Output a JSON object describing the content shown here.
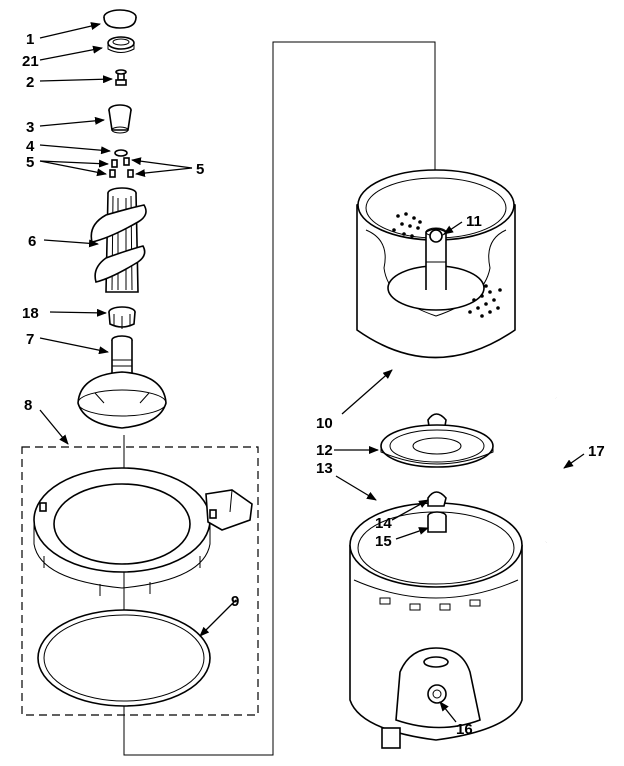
{
  "labels": {
    "p1": "1",
    "p21": "21",
    "p2": "2",
    "p3": "3",
    "p4": "4",
    "p5a": "5",
    "p5b": "5",
    "p6": "6",
    "p18": "18",
    "p7": "7",
    "p8": "8",
    "p9": "9",
    "p10": "10",
    "p11": "11",
    "p12": "12",
    "p13": "13",
    "p14": "14",
    "p15": "15",
    "p16": "16",
    "p17": "17"
  }
}
